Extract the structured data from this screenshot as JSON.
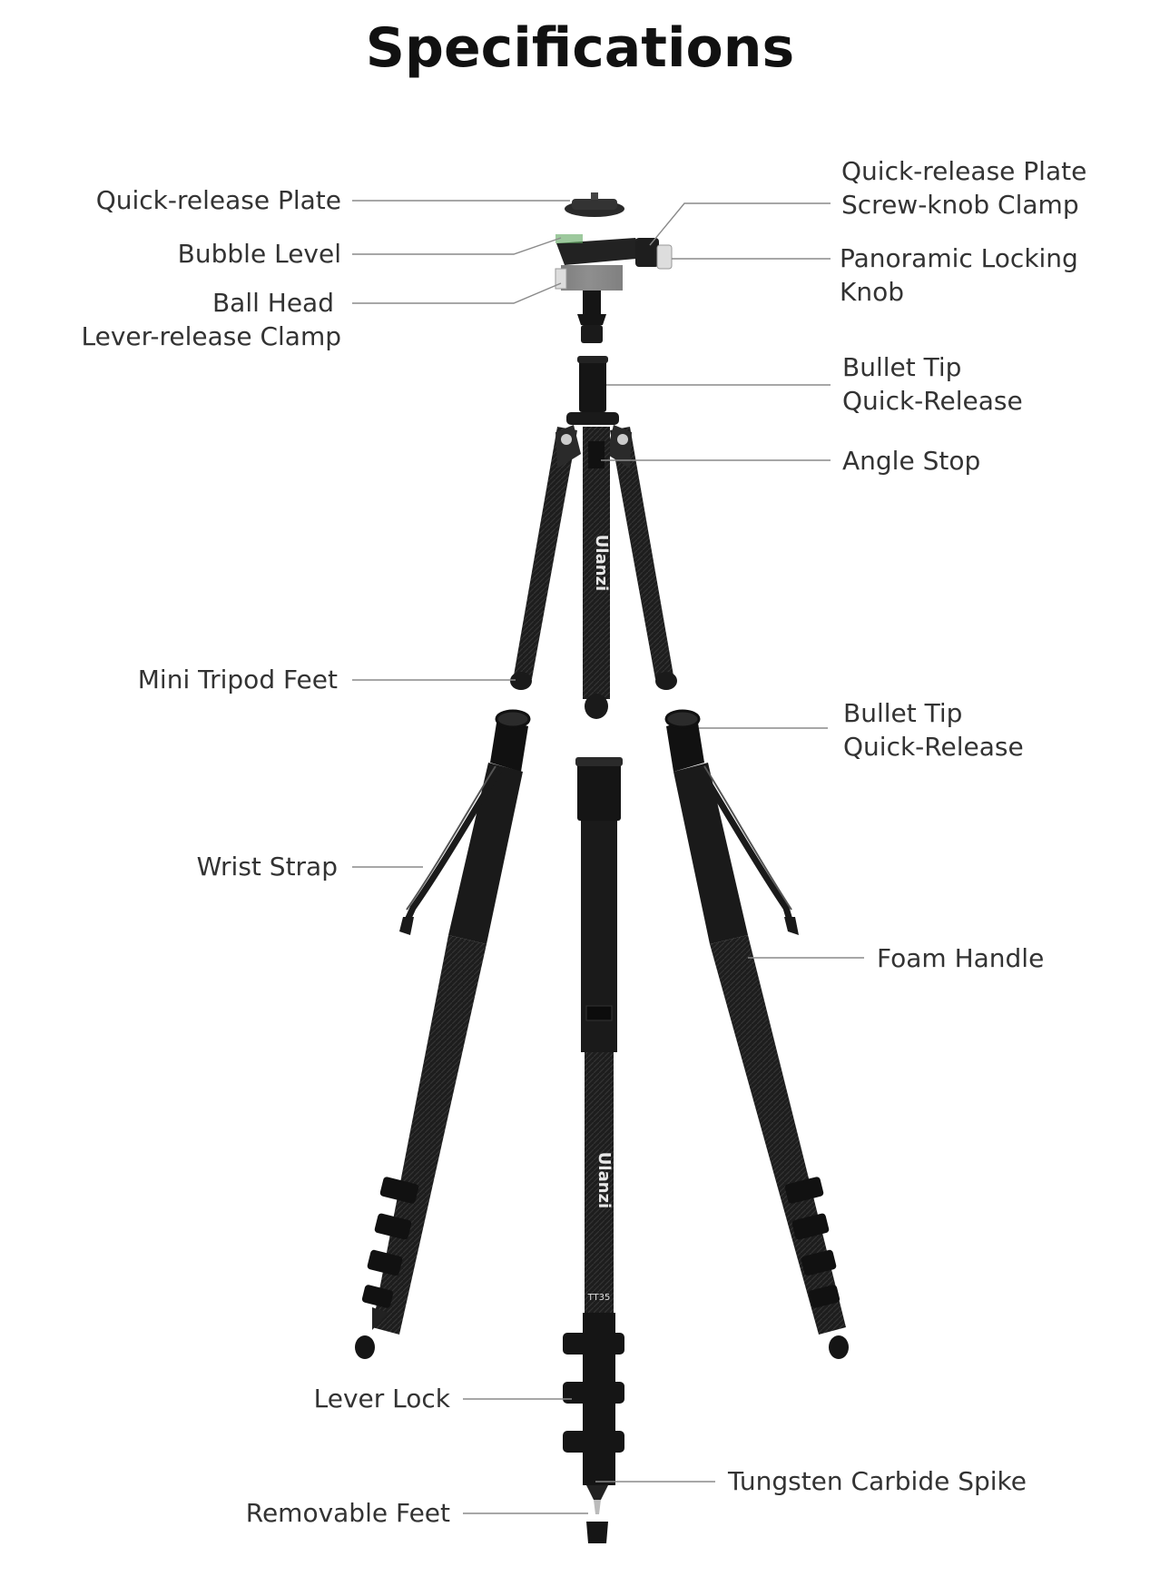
{
  "title": "Specifications",
  "brand": {
    "logo_text": "Ulanzi",
    "model": "TT35"
  },
  "labels": {
    "left": [
      {
        "id": "quick_release_plate",
        "lines": [
          "Quick-release Plate"
        ]
      },
      {
        "id": "bubble_level",
        "lines": [
          "Bubble Level"
        ]
      },
      {
        "id": "ball_head_clamp",
        "lines": [
          "Ball Head",
          "Lever-release Clamp"
        ]
      },
      {
        "id": "mini_tripod_feet",
        "lines": [
          "Mini Tripod Feet"
        ]
      },
      {
        "id": "wrist_strap",
        "lines": [
          "Wrist Strap"
        ]
      },
      {
        "id": "lever_lock",
        "lines": [
          "Lever Lock"
        ]
      },
      {
        "id": "removable_feet",
        "lines": [
          "Removable Feet"
        ]
      }
    ],
    "right": [
      {
        "id": "qr_plate_screw_knob_clamp",
        "lines": [
          "Quick-release Plate",
          "Screw-knob Clamp"
        ]
      },
      {
        "id": "panoramic_locking_knob",
        "lines": [
          "Panoramic Locking",
          "Knob"
        ]
      },
      {
        "id": "bullet_tip_top",
        "lines": [
          "Bullet Tip",
          "Quick-Release"
        ]
      },
      {
        "id": "angle_stop",
        "lines": [
          "Angle Stop"
        ]
      },
      {
        "id": "bullet_tip_leg",
        "lines": [
          "Bullet Tip",
          "Quick-Release"
        ]
      },
      {
        "id": "foam_handle",
        "lines": [
          "Foam Handle"
        ]
      },
      {
        "id": "tungsten_carbide_spike",
        "lines": [
          "Tungsten Carbide Spike"
        ]
      }
    ]
  },
  "colors": {
    "text": "#333333",
    "title": "#111111",
    "leader": "#888888",
    "product": "#1c1c1c"
  }
}
